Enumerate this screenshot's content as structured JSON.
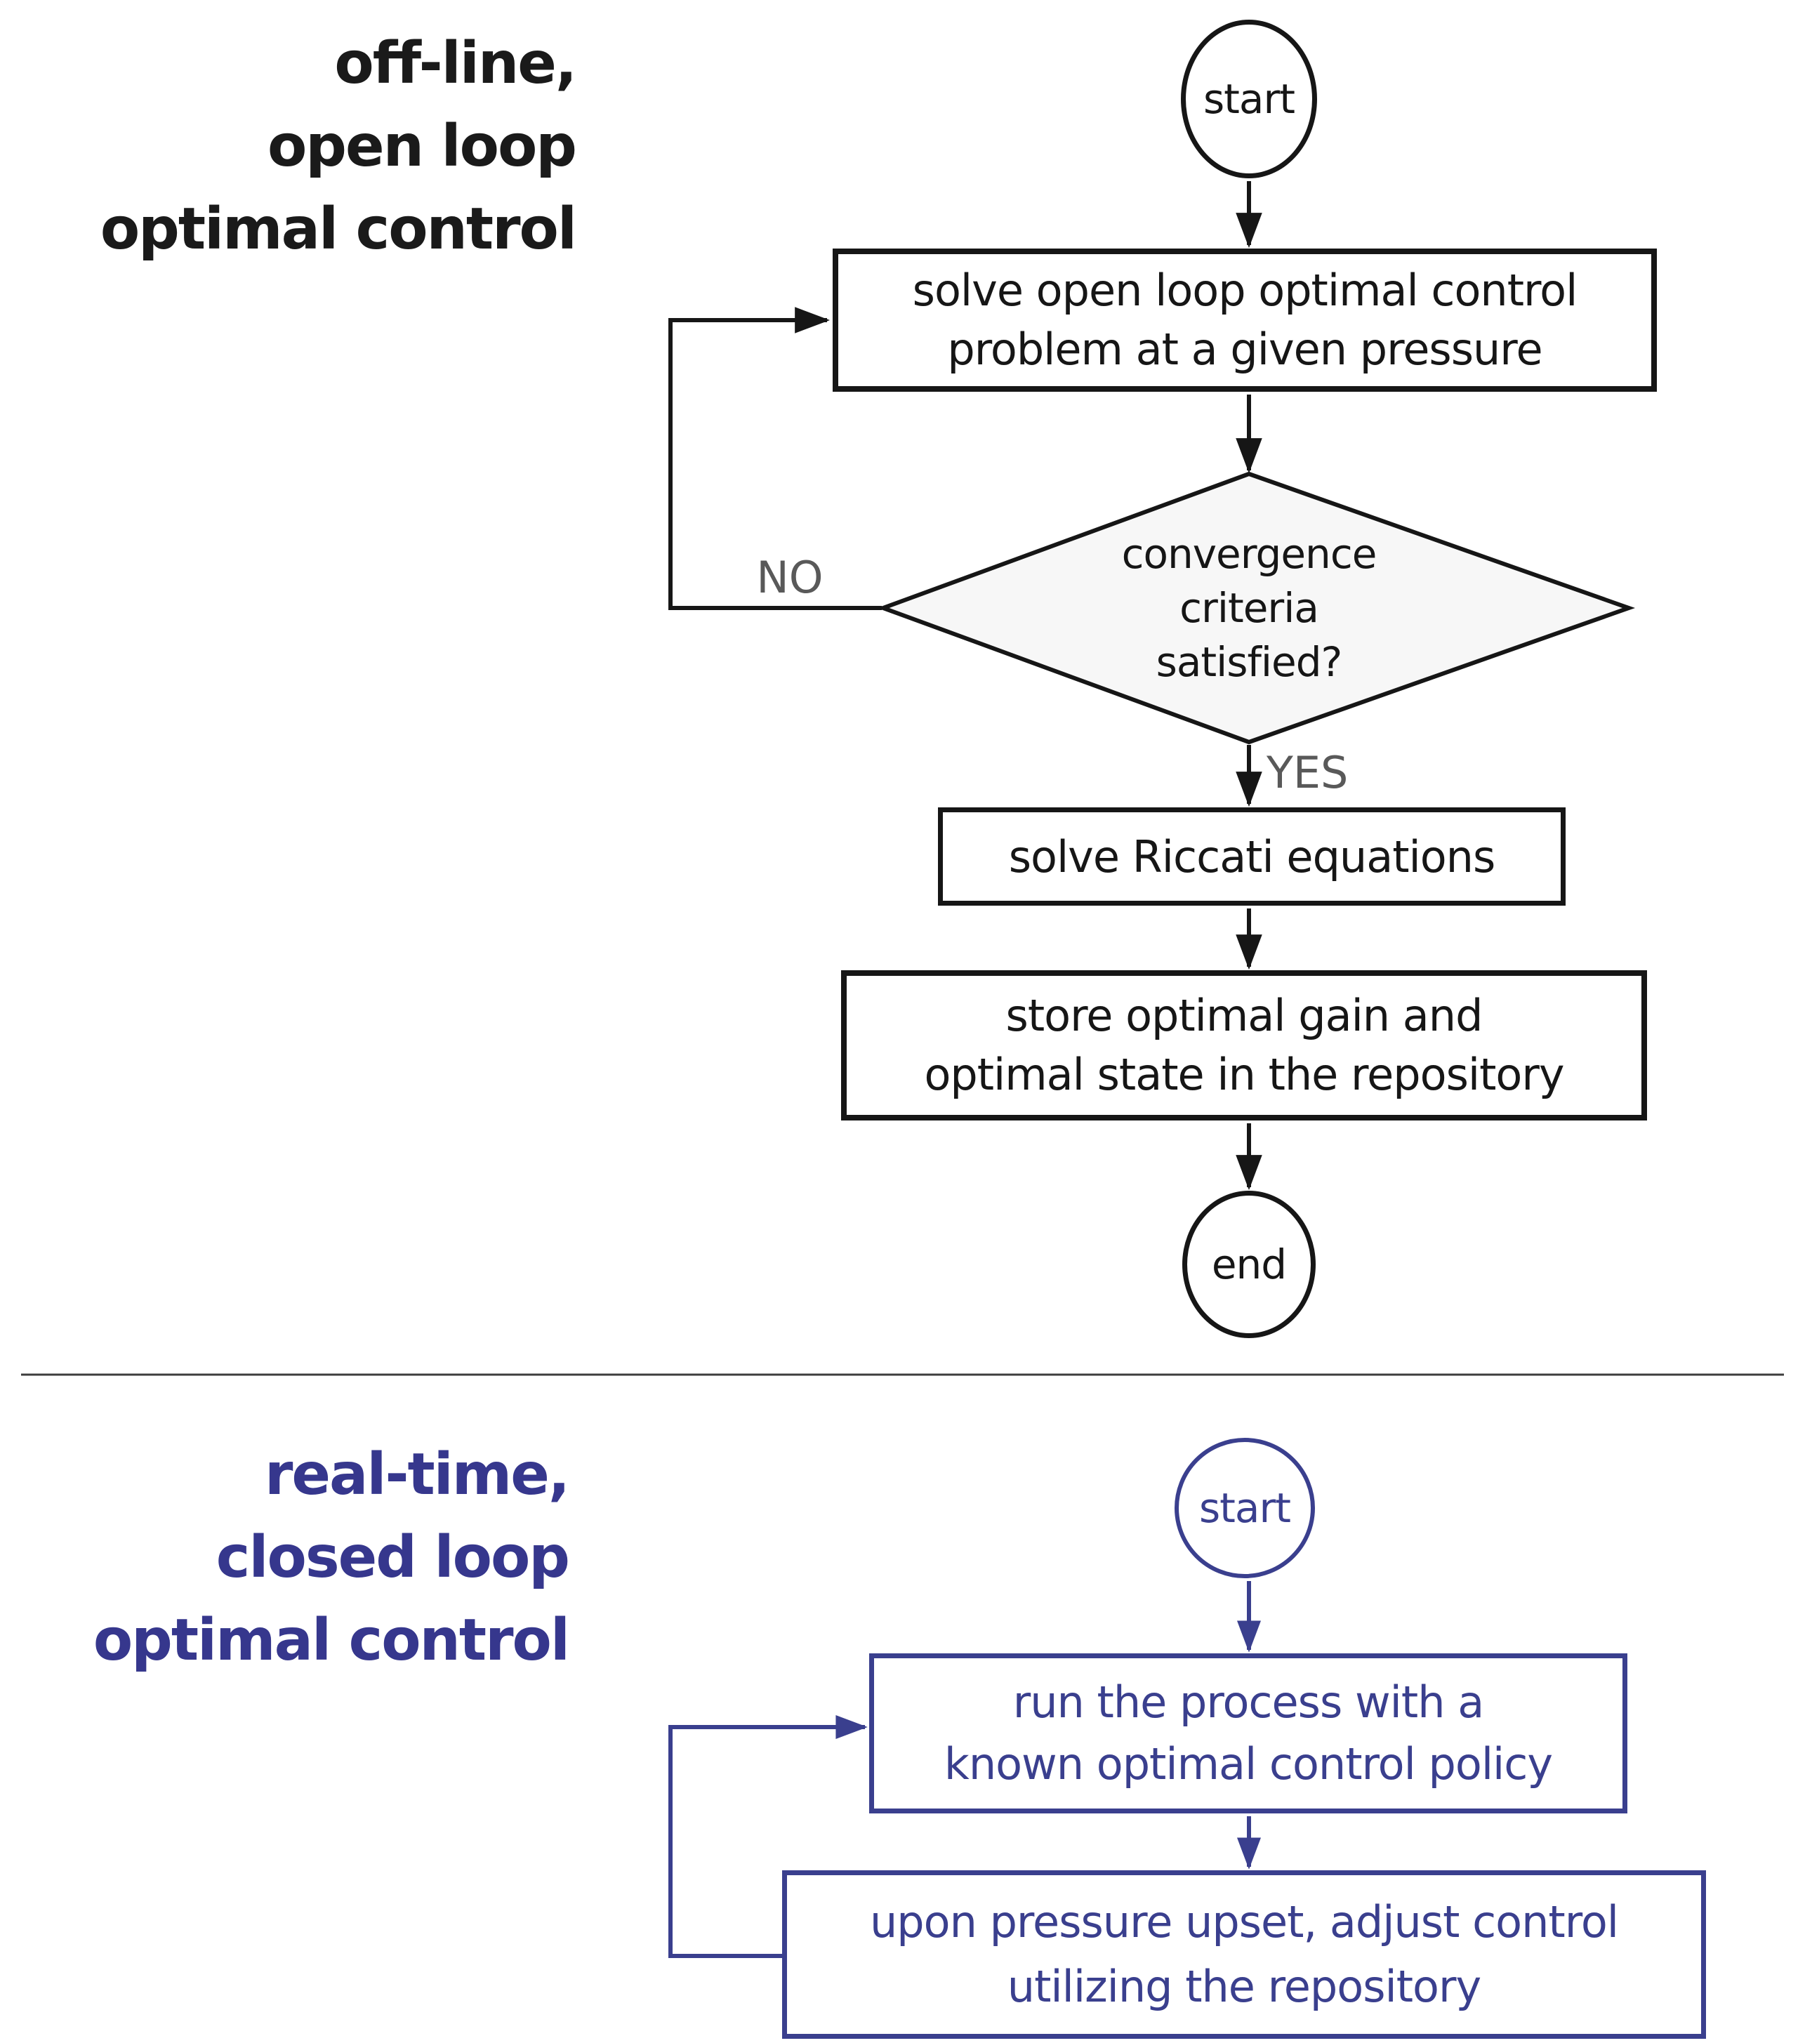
{
  "page": {
    "background": "#ffffff",
    "divider_color": "#3c3c3c"
  },
  "offline_section": {
    "title_lines": [
      "off-line,",
      "open loop",
      "optimal control"
    ],
    "title_color": "#1a1a1a",
    "line_color": "#161616",
    "decision_fill": "#f7f7f7",
    "branch_label_color": "#595959",
    "start_label": "start",
    "solve_box_lines": [
      "solve open loop optimal control",
      "problem at a given pressure"
    ],
    "decision_lines": [
      "convergence",
      "criteria",
      "satisfied?"
    ],
    "no_label": "NO",
    "yes_label": "YES",
    "riccati_label": "solve Riccati equations",
    "store_box_lines": [
      "store optimal gain and",
      "optimal state in the repository"
    ],
    "end_label": "end"
  },
  "realtime_section": {
    "title_lines": [
      "real-time,",
      "closed loop",
      "optimal control"
    ],
    "title_color": "#36378d",
    "line_color": "#3a3f8e",
    "start_label": "start",
    "run_box_lines": [
      "run the process with a",
      "known optimal control policy"
    ],
    "adjust_box_lines": [
      "upon pressure upset, adjust control",
      "utilizing the repository"
    ]
  }
}
